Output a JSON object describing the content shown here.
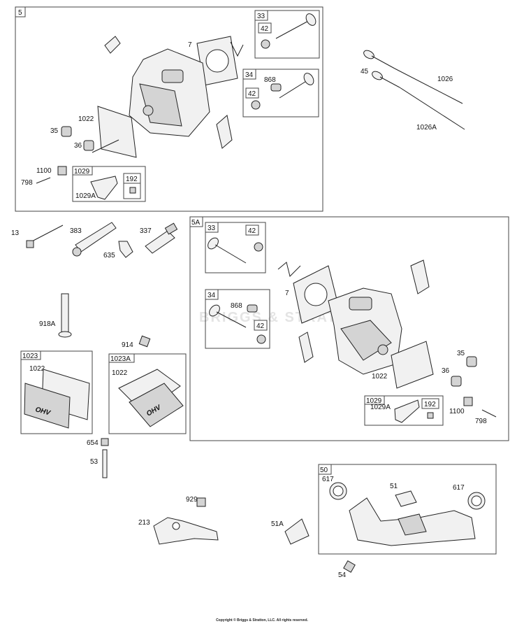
{
  "labels": {
    "g5": "5",
    "g5a": "5A",
    "g1023": "1023",
    "g1023a": "1023A",
    "g50": "50",
    "p33": "33",
    "p42": "42",
    "p34": "34",
    "p868": "868",
    "p7": "7",
    "p1022": "1022",
    "p35": "35",
    "p36": "36",
    "p1100": "1100",
    "p798": "798",
    "p1029": "1029",
    "p1029a": "1029A",
    "p192": "192",
    "p45": "45",
    "p1026": "1026",
    "p1026a": "1026A",
    "p13": "13",
    "p383": "383",
    "p337": "337",
    "p635": "635",
    "p918a": "918A",
    "p914": "914",
    "p654": "654",
    "p53": "53",
    "p929": "929",
    "p213": "213",
    "p51a": "51A",
    "p617": "617",
    "p51": "51",
    "p54": "54"
  },
  "watermark": "BRIGGS & STRATTON",
  "logo_text": "OHV",
  "copyright": "Copyright © Briggs & Stratton, LLC. All rights reserved."
}
